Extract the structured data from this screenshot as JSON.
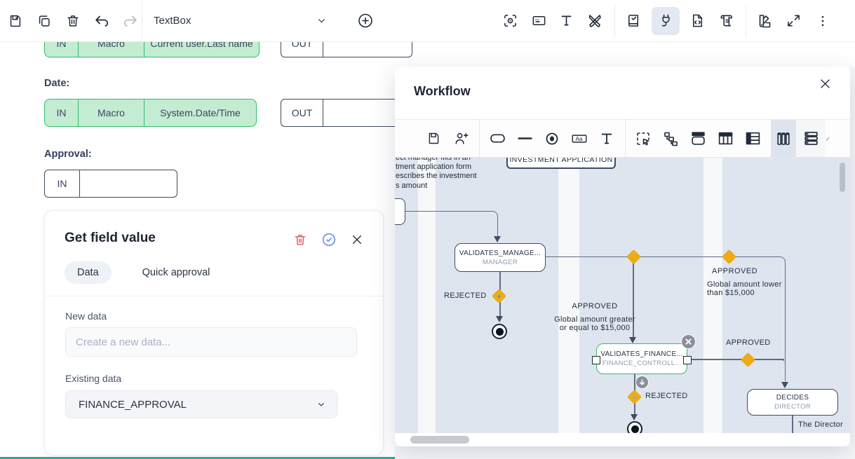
{
  "toolbar": {
    "selector_label": "TextBox",
    "icons_left": [
      "save-icon",
      "copy-icon",
      "trash-icon",
      "undo-icon",
      "redo-icon"
    ],
    "icons_right": [
      "preview-eye-icon",
      "id-card-icon",
      "text-icon",
      "design-tools-icon",
      "book-check-icon",
      "plug-icon",
      "file-code-icon",
      "script-scroll-icon",
      "swatch-icon",
      "fullscreen-icon",
      "kebab-menu-icon"
    ]
  },
  "form": {
    "row1": {
      "in": "IN",
      "macro": "Macro",
      "value": "Current user.Last name",
      "out": "OUT"
    },
    "date": {
      "label": "Date:",
      "in": "IN",
      "macro": "Macro",
      "value": "System.Date/Time",
      "out": "OUT"
    },
    "approval": {
      "label": "Approval:",
      "in": "IN"
    }
  },
  "card": {
    "title": "Get field value",
    "tabs": [
      {
        "label": "Data",
        "active": true
      },
      {
        "label": "Quick approval",
        "active": false
      }
    ],
    "new_data_label": "New data",
    "new_data_placeholder": "Create a new data...",
    "existing_data_label": "Existing data",
    "existing_data_value": "FINANCE_APPROVAL"
  },
  "workflow": {
    "title": "Workflow",
    "aa_glyph": "Aa",
    "toolbar_icons": [
      "save-icon",
      "add-person-icon",
      "state-shape-icon",
      "transition-line-icon",
      "end-state-icon",
      "label-icon",
      "text-icon",
      "lasso-select-icon",
      "hierarchy-icon",
      "swimlane-header-icon",
      "table-columns-icon",
      "table-rows-icon",
      "vertical-lanes-icon",
      "horizontal-lanes-icon"
    ],
    "annotation_lines": [
      "ect manager fills in an",
      "tment application form",
      "escribes the investment",
      "s amount"
    ],
    "nodes": {
      "investment": {
        "title": "INVESTMENT APPLICATION"
      },
      "manager": {
        "title": "VALIDATES_MANAGE...",
        "subtitle": "MANAGER"
      },
      "finance": {
        "title": "VALIDATES_FINANCE...",
        "subtitle": "FINANCE_CONTROLL..."
      },
      "decides": {
        "title": "DECIDES",
        "subtitle": "DIRECTOR"
      }
    },
    "labels": {
      "rejected_manager": "REJECTED",
      "approved_greater": {
        "title": "APPROVED",
        "line1": "Global amount greater",
        "line2": "or equal to $15,000"
      },
      "approved_lower": {
        "title": "APPROVED",
        "line1": "Global amount lower",
        "line2": "than $15,000"
      },
      "approved_finance": "APPROVED",
      "rejected_finance": "REJECTED",
      "director_note": "The Director"
    },
    "colors": {
      "diamond": "#EBAC15",
      "node_border": "#3E4A61",
      "green_border": "#2FBE67",
      "lane": "#DEE5EF"
    }
  }
}
